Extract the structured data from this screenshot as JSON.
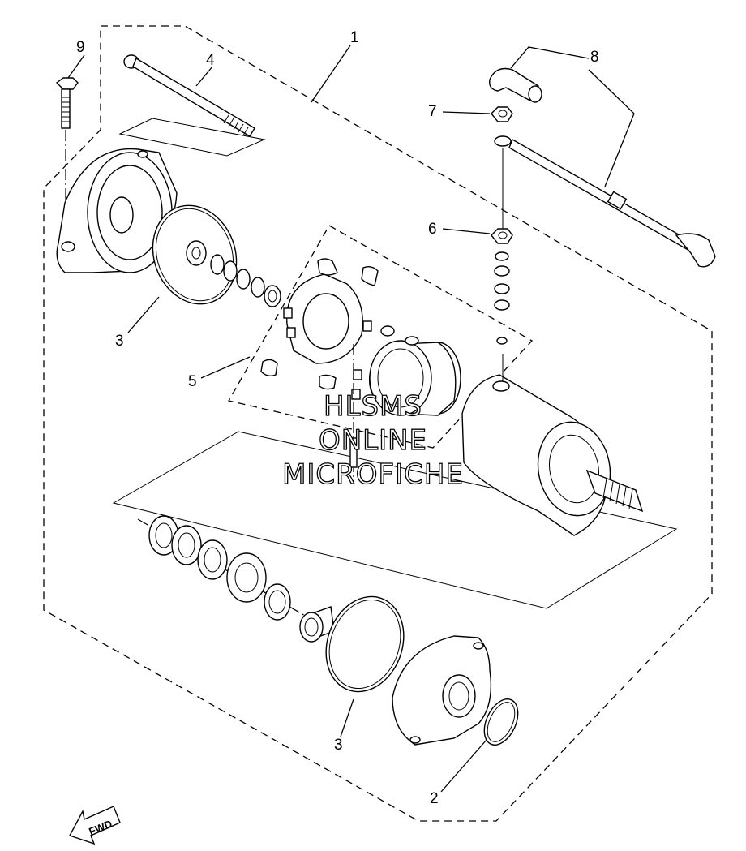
{
  "callouts": {
    "c1": "1",
    "c2": "2",
    "c3a": "3",
    "c3b": "3",
    "c4": "4",
    "c5": "5",
    "c6": "6",
    "c7": "7",
    "c8": "8",
    "c9": "9"
  },
  "watermark": {
    "line1": "HLSMS",
    "line2": "ONLINE",
    "line3": "MICROFICHE"
  },
  "fwd_label": "FWD"
}
